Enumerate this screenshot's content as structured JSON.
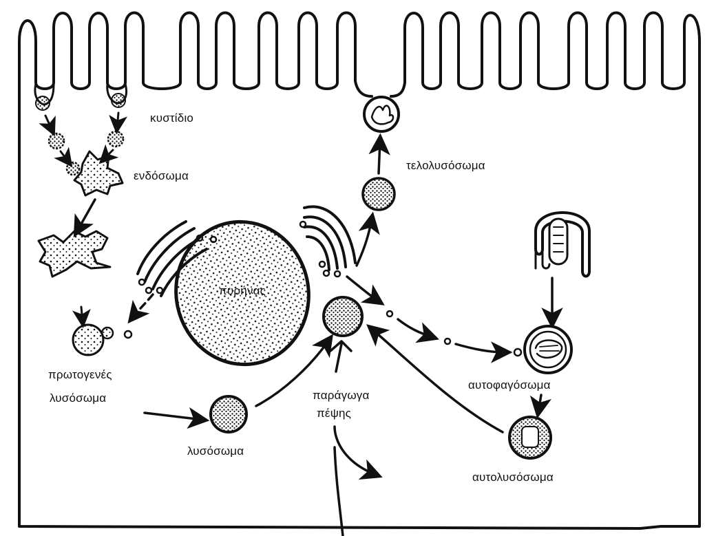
{
  "labels": {
    "vesicle": "κυστίδιο",
    "endosome": "ενδόσωμα",
    "telolysosome": "τελολυσόσωμα",
    "nucleus": "πυρήνας",
    "primary_lysosome_line1": "πρωτογενές",
    "primary_lysosome_line2": "λυσόσωμα",
    "lysosome": "λυσόσωμα",
    "digestion_products_line1": "παράγωγα",
    "digestion_products_line2": "πέψης",
    "autophagosome": "αυτοφαγόσωμα",
    "autolysosome": "αυτολυσόσωμα"
  }
}
